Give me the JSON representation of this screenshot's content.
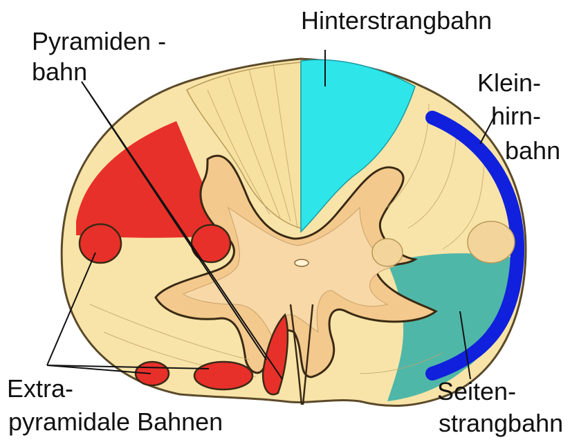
{
  "labels": {
    "pyramid_line1": "Pyramiden -",
    "pyramid_line2": "bahn",
    "posterior_column": "Hinterstrangbahn",
    "cerebellar_line1": "Klein-",
    "cerebellar_line2": "hirn-",
    "cerebellar_line3": "bahn",
    "extrapyramidal_line1": "Extra-",
    "extrapyramidal_line2": "pyramidale Bahnen",
    "lateral_line1": "Seiten-",
    "lateral_line2": "strangbahn"
  },
  "colors": {
    "pyramidal_tract": "#e8302a",
    "posterior_column": "#2ee6ea",
    "cerebellar_tract": "#1020dd",
    "lateral_tract": "#4fb7a8",
    "white_matter": "#f8e4a8",
    "gray_matter": "#f3c98d"
  }
}
